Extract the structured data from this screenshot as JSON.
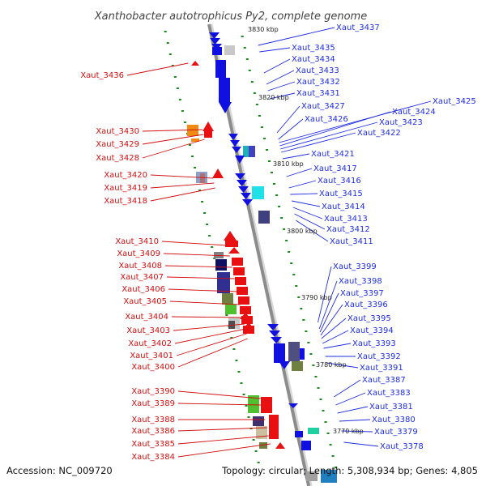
{
  "title": "Xanthobacter autotrophicus Py2, complete genome",
  "footer": {
    "accession": "Accession: NC_009720",
    "summary": "Topology: circular; Length: 5,308,934 bp; Genes: 4,805"
  },
  "colors": {
    "forward": "#1010e0",
    "reverse": "#e81010",
    "blue_label": "#1f2ee0",
    "red_label": "#d01010",
    "backbone": "#8c8c8c",
    "tick": "#1a8a1a"
  },
  "scale_labels": [
    "3830 kbp",
    "3820 kbp",
    "3810 kbp",
    "3800 kbp",
    "3790 kbp",
    "3780 kbp",
    "3770 kbp"
  ],
  "forward_genes": [
    "Xaut_3437",
    "Xaut_3435",
    "Xaut_3434",
    "Xaut_3433",
    "Xaut_3432",
    "Xaut_3431",
    "Xaut_3427",
    "Xaut_3426",
    "Xaut_3425",
    "Xaut_3424",
    "Xaut_3423",
    "Xaut_3422",
    "Xaut_3421",
    "Xaut_3417",
    "Xaut_3416",
    "Xaut_3415",
    "Xaut_3414",
    "Xaut_3413",
    "Xaut_3412",
    "Xaut_3411",
    "Xaut_3399",
    "Xaut_3398",
    "Xaut_3397",
    "Xaut_3396",
    "Xaut_3395",
    "Xaut_3394",
    "Xaut_3393",
    "Xaut_3392",
    "Xaut_3391",
    "Xaut_3387",
    "Xaut_3383",
    "Xaut_3381",
    "Xaut_3380",
    "Xaut_3379",
    "Xaut_3378"
  ],
  "reverse_genes": [
    "Xaut_3436",
    "Xaut_3430",
    "Xaut_3429",
    "Xaut_3428",
    "Xaut_3420",
    "Xaut_3419",
    "Xaut_3418",
    "Xaut_3410",
    "Xaut_3409",
    "Xaut_3408",
    "Xaut_3407",
    "Xaut_3406",
    "Xaut_3405",
    "Xaut_3404",
    "Xaut_3403",
    "Xaut_3402",
    "Xaut_3401",
    "Xaut_3400",
    "Xaut_3390",
    "Xaut_3389",
    "Xaut_3388",
    "Xaut_3386",
    "Xaut_3385",
    "Xaut_3384"
  ]
}
